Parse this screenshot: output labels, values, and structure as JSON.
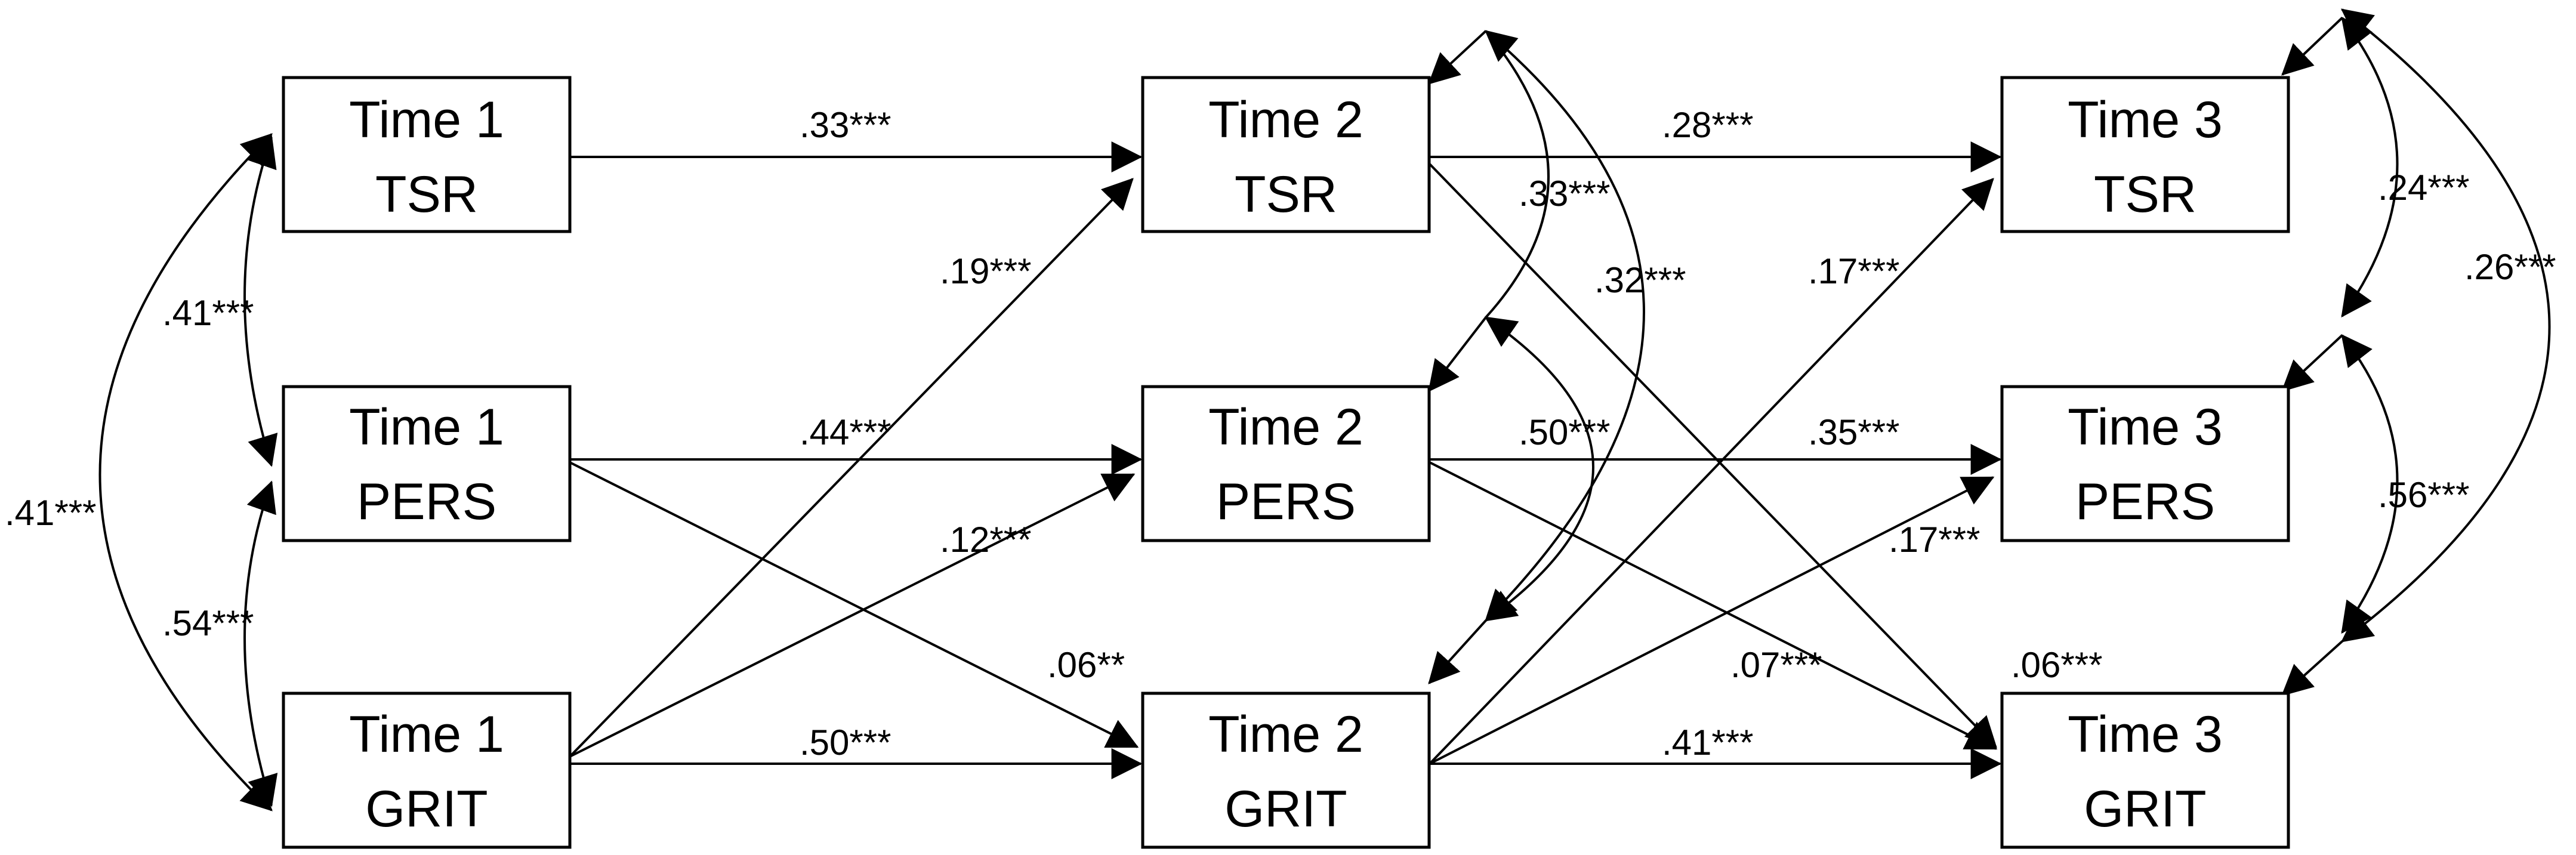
{
  "boxes": {
    "t1_tsr": {
      "line1": "Time 1",
      "line2": "TSR"
    },
    "t1_pers": {
      "line1": "Time 1",
      "line2": "PERS"
    },
    "t1_grit": {
      "line1": "Time 1",
      "line2": "GRIT"
    },
    "t2_tsr": {
      "line1": "Time 2",
      "line2": "TSR"
    },
    "t2_pers": {
      "line1": "Time 2",
      "line2": "PERS"
    },
    "t2_grit": {
      "line1": "Time 2",
      "line2": "GRIT"
    },
    "t3_tsr": {
      "line1": "Time 3",
      "line2": "TSR"
    },
    "t3_pers": {
      "line1": "Time 3",
      "line2": "PERS"
    },
    "t3_grit": {
      "line1": "Time 3",
      "line2": "GRIT"
    }
  },
  "paths": {
    "t1tsr_t2tsr": ".33***",
    "t1grit_t2tsr": ".19***",
    "t1pers_t2pers": ".44***",
    "t1grit_t2pers": ".12***",
    "t1pers_t2grit": ".06**",
    "t1grit_t2grit": ".50***",
    "t2tsr_t3tsr": ".28***",
    "t2tsr_t3grit": ".33***",
    "t2grit_t3tsr": ".17***",
    "t2pers_t3pers": ".35***",
    "t2grit_t3pers": ".17***",
    "t2pers_t3grit": ".07***",
    "t2grit_t3grit": ".41***"
  },
  "covariances": {
    "t1_tsr_pers": ".41***",
    "t1_pers_grit": ".54***",
    "t1_tsr_grit": ".41***",
    "t2_tsr_grit": ".32***",
    "t2_pers_grit": ".50***",
    "t3_tsr_pers": ".24***",
    "t3_pers_grit": ".56***",
    "t3_tsr_grit": ".26***",
    "t3_grit_extra": ".06***"
  }
}
